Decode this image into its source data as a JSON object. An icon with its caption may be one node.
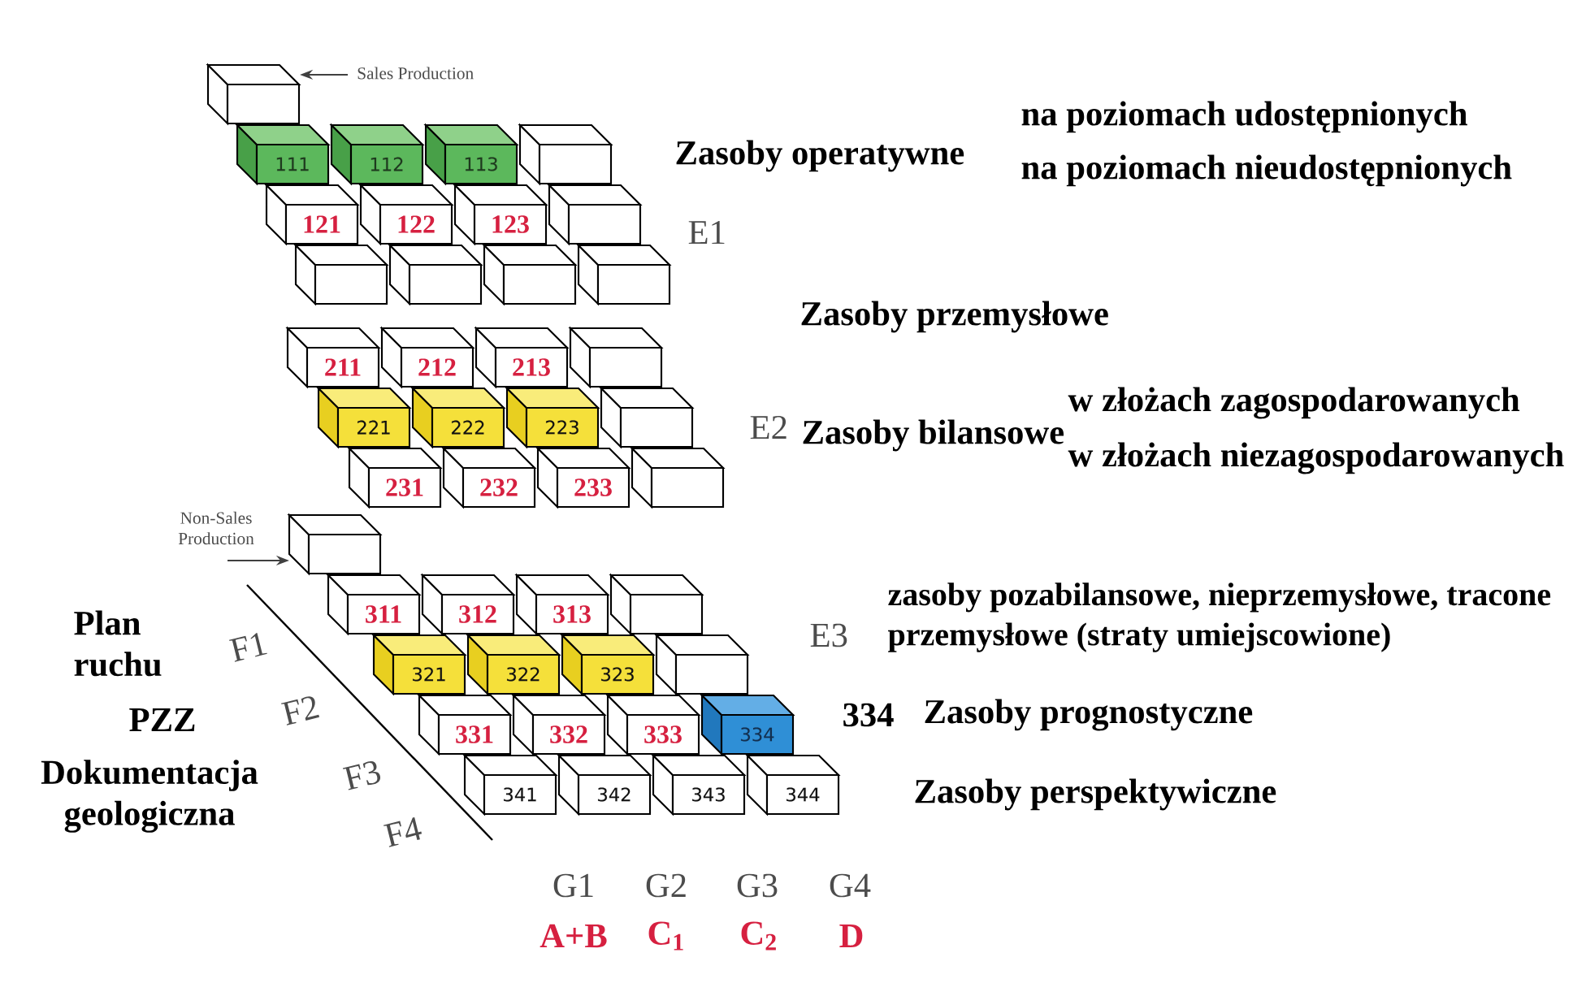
{
  "diagram": {
    "nodes": [
      {
        "text": [],
        "shape": "cube"
      },
      {
        "text": [
          "111"
        ]
      },
      {
        "text": [
          "112"
        ]
      },
      {
        "text": [
          "113"
        ]
      },
      {
        "text": [],
        "shape": "cube"
      },
      {
        "text": [
          "121"
        ]
      },
      {
        "text": [
          "122"
        ]
      },
      {
        "text": [
          "123"
        ]
      },
      {
        "text": [],
        "shape": "cube"
      },
      {
        "text": [],
        "shape": "cube"
      },
      {
        "text": [],
        "shape": "cube"
      },
      {
        "text": [],
        "shape": "cube"
      },
      {
        "text": [],
        "shape": "cube"
      },
      {
        "text": [
          "211"
        ]
      },
      {
        "text": [
          "212"
        ]
      },
      {
        "text": [
          "213"
        ]
      },
      {
        "text": [],
        "shape": "cube"
      },
      {
        "text": [
          "221"
        ]
      },
      {
        "text": [
          "222"
        ]
      },
      {
        "text": [
          "223"
        ]
      },
      {
        "text": [],
        "shape": "cube"
      },
      {
        "text": [
          "231"
        ]
      },
      {
        "text": [
          "232"
        ]
      },
      {
        "text": [
          "233"
        ]
      },
      {
        "text": [],
        "shape": "cube"
      },
      {
        "text": [],
        "shape": "cube"
      },
      {
        "text": [
          "311"
        ]
      },
      {
        "text": [
          "312"
        ]
      },
      {
        "text": [
          "313"
        ]
      },
      {
        "text": [],
        "shape": "cube"
      },
      {
        "text": [
          "321"
        ]
      },
      {
        "text": [
          "322"
        ]
      },
      {
        "text": [
          "323"
        ]
      },
      {
        "text": [],
        "shape": "cube"
      },
      {
        "text": [
          "331"
        ]
      },
      {
        "text": [
          "332"
        ]
      },
      {
        "text": [
          "333"
        ]
      },
      {
        "text": [
          "334"
        ]
      },
      {
        "text": [
          "341"
        ]
      },
      {
        "text": [
          "342"
        ]
      },
      {
        "text": [
          "343"
        ]
      },
      {
        "text": [
          "344"
        ]
      }
    ],
    "edges": [
      {
        "from": null,
        "to": 0,
        "arrow": "to",
        "label": "Sales Production"
      },
      {
        "from": null,
        "to": 25,
        "arrow": "to",
        "label": "Non-Sales Production"
      }
    ],
    "labels": [
      "na poziomach udostępnionych",
      "Zasoby operatywne",
      "na poziomach nieudostępnionych",
      "E1",
      "Zasoby przemysłowe",
      "w złożach zagospodarowanych",
      "E2",
      "Zasoby bilansowe",
      "w złożach niezagospodarowanych",
      "Plan ruchu",
      "zasoby pozabilansowe, nieprzemysłowe, tracone przemysłowe (straty umiejscowione)",
      "F1",
      "E3",
      "F2",
      "334",
      "Zasoby prognostyczne",
      "PZZ",
      "F3",
      "Dokumentacja geologiczna",
      "Zasoby perspektywiczne",
      "F4",
      "G1",
      "G2",
      "G3",
      "G4",
      "A+B",
      "C$_{1}$",
      "C$_{2}$",
      "D"
    ]
  }
}
